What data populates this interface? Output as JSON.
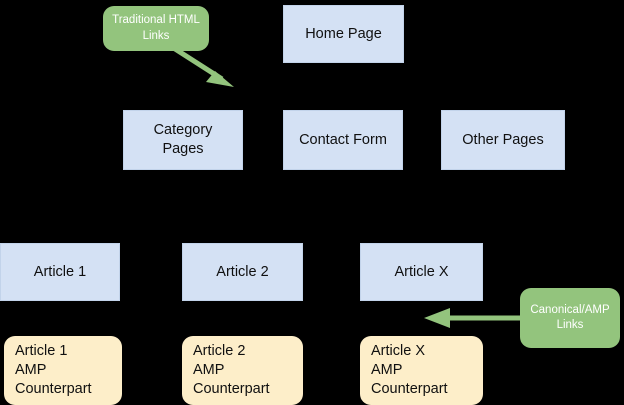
{
  "diagram": {
    "title": "AMP site structure diagram",
    "background_color": "#000000",
    "colors": {
      "page_box_fill": "#d4e1f4",
      "amp_box_fill": "#fdeec9",
      "callout_fill": "#93c47d",
      "callout_text": "#ffffff",
      "arrow_stroke": "#93c47d",
      "box_text": "#101010"
    },
    "callouts": [
      {
        "id": "traditional-html-links",
        "label": "Traditional HTML\nLinks"
      },
      {
        "id": "canonical-amp-links",
        "label": "Canonical/AMP\nLinks"
      }
    ],
    "top_row": [
      {
        "id": "home-page",
        "label": "Home Page"
      }
    ],
    "second_row": [
      {
        "id": "category-pages",
        "label": "Category\nPages"
      },
      {
        "id": "contact-form",
        "label": "Contact Form"
      },
      {
        "id": "other-pages",
        "label": "Other Pages"
      }
    ],
    "article_row": [
      {
        "id": "article-1",
        "label": "Article 1"
      },
      {
        "id": "article-2",
        "label": "Article 2"
      },
      {
        "id": "article-x",
        "label": "Article X"
      }
    ],
    "amp_row": [
      {
        "id": "article-1-amp",
        "label": "Article 1\nAMP\nCounterpart"
      },
      {
        "id": "article-2-amp",
        "label": "Article 2\nAMP\nCounterpart"
      },
      {
        "id": "article-x-amp",
        "label": "Article X\nAMP\nCounterpart"
      }
    ],
    "arrows": [
      {
        "id": "traditional-html-links-arrow",
        "from": "traditional-html-links",
        "to": "category-pages",
        "direction": "down-right"
      },
      {
        "id": "canonical-amp-links-arrow",
        "from": "canonical-amp-links",
        "to": "article-x-amp",
        "direction": "left"
      }
    ]
  }
}
